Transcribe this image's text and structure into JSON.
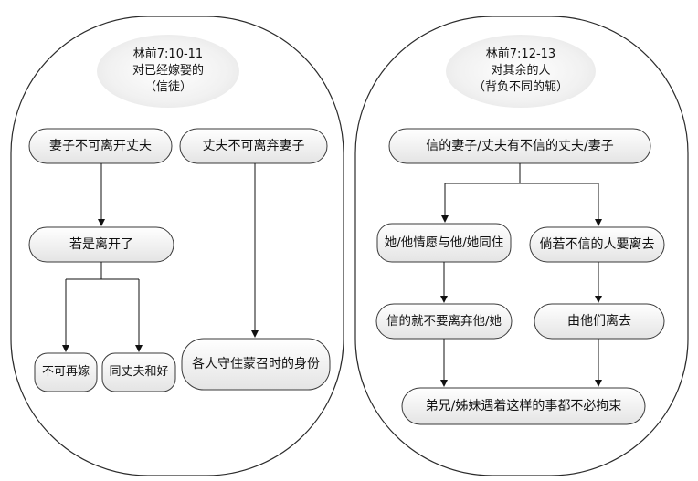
{
  "left_panel": {
    "header": {
      "line1": "林前7:10-11",
      "line2": "对已经嫁娶的",
      "line3": "（信徒）"
    },
    "nodes": {
      "wife_not_leave": "妻子不可离开丈夫",
      "husband_not_leave": "丈夫不可离弃妻子",
      "if_left": "若是离开了",
      "not_remarry": "不可再嫁",
      "reconcile": "同丈夫和好",
      "keep_status": "各人守住蒙召时的身份"
    }
  },
  "right_panel": {
    "header": {
      "line1": "林前7:12-13",
      "line2": "对其余的人",
      "line3": "（背负不同的轭）"
    },
    "nodes": {
      "believer_spouse": "信的妻子/丈夫有不信的丈夫/妻子",
      "willing_stay": "她/他情愿与他/她同住",
      "unbeliever_leave": "倘若不信的人要离去",
      "dont_divorce": "信的就不要离弃他/她",
      "let_go": "由他们离去",
      "not_bound": "弟兄/姊妹遇着这样的事都不必拘束"
    }
  },
  "colors": {
    "node_fill_top": "#ffffff",
    "node_fill_bottom": "#e6e6e6",
    "stroke": "#333333"
  }
}
